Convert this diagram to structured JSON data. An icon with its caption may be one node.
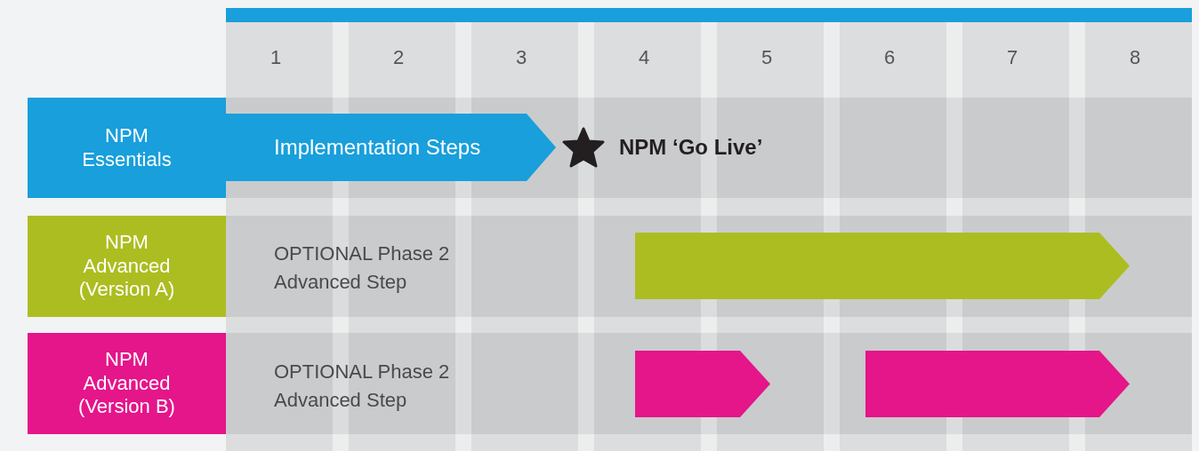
{
  "diagram": {
    "nodes": [
      {
        "text": [
          "NPM Essentials"
        ]
      },
      {
        "text": [
          "Implementation Steps"
        ]
      },
      {
        "text": [
          "NPM ‘Go Live’"
        ]
      },
      {
        "text": [
          "NPM Advanced (Version A)"
        ]
      },
      {
        "text": [],
        "shape": "bar"
      },
      {
        "text": [
          "NPM Advanced (Version B)"
        ]
      },
      {
        "text": [],
        "shape": "bar"
      },
      {
        "text": [],
        "shape": "bar"
      }
    ],
    "edges": [],
    "labels": [
      "1",
      "2",
      "3",
      "4",
      "5",
      "6",
      "7",
      "8",
      "OPTIONAL Phase 2 Advanced Step",
      "OPTIONAL Phase 2 Advanced Step"
    ]
  }
}
